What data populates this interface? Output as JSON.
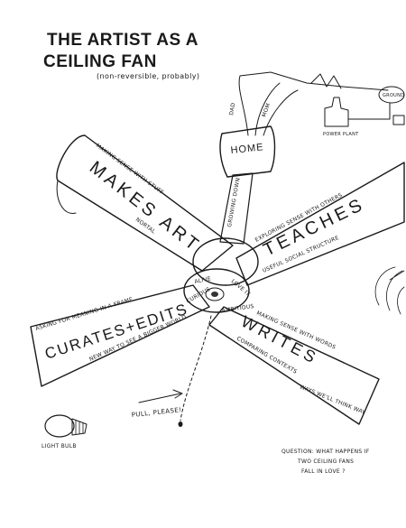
{
  "title": {
    "line1": "THE ARTIST AS A",
    "line2": "CEILING FAN",
    "subtitle": "(non-reversible, probably)"
  },
  "fixture": {
    "box_label": "HOME",
    "rod_label": "GROWING DOWN",
    "wire_dad": "DAD",
    "wire_mom": "MOM",
    "power_plant": "POWER PLANT",
    "ground": "GROUND"
  },
  "hub": {
    "alive": "ALIVE",
    "love_it": "LOVE IT",
    "curious": "CURIOUS",
    "ambitious": "AMBITIOUS"
  },
  "blades": {
    "make_art": {
      "main": "MAKES ART",
      "note1": "MAKING SENSE WITH STUFF",
      "note2": "NORTAL"
    },
    "teaches": {
      "main": "TEACHES",
      "note1": "EXPLORING SENSE WITH OTHERS",
      "note2": "USEFUL SOCIAL STRUCTURE"
    },
    "curates": {
      "main": "CURATES+EDITS",
      "note1": "ASKING FOR MEANING IN A FRAME",
      "note2": "NEW WAY TO SEE A BIGGER WORLD"
    },
    "writes": {
      "main": "WRITES",
      "note1": "MAKING SENSE WITH WORDS",
      "note2": "COMPARING CONTEXTS",
      "note3": "WAYS WE'LL THINK WAY"
    }
  },
  "pull_chain": {
    "label": "PULL, PLEASE!"
  },
  "light_bulb": {
    "label": "LIGHT BULB"
  },
  "question": {
    "line1": "QUESTION: WHAT HAPPENS IF",
    "line2": "TWO CEILING FANS",
    "line3": "FALL IN LOVE ?"
  }
}
